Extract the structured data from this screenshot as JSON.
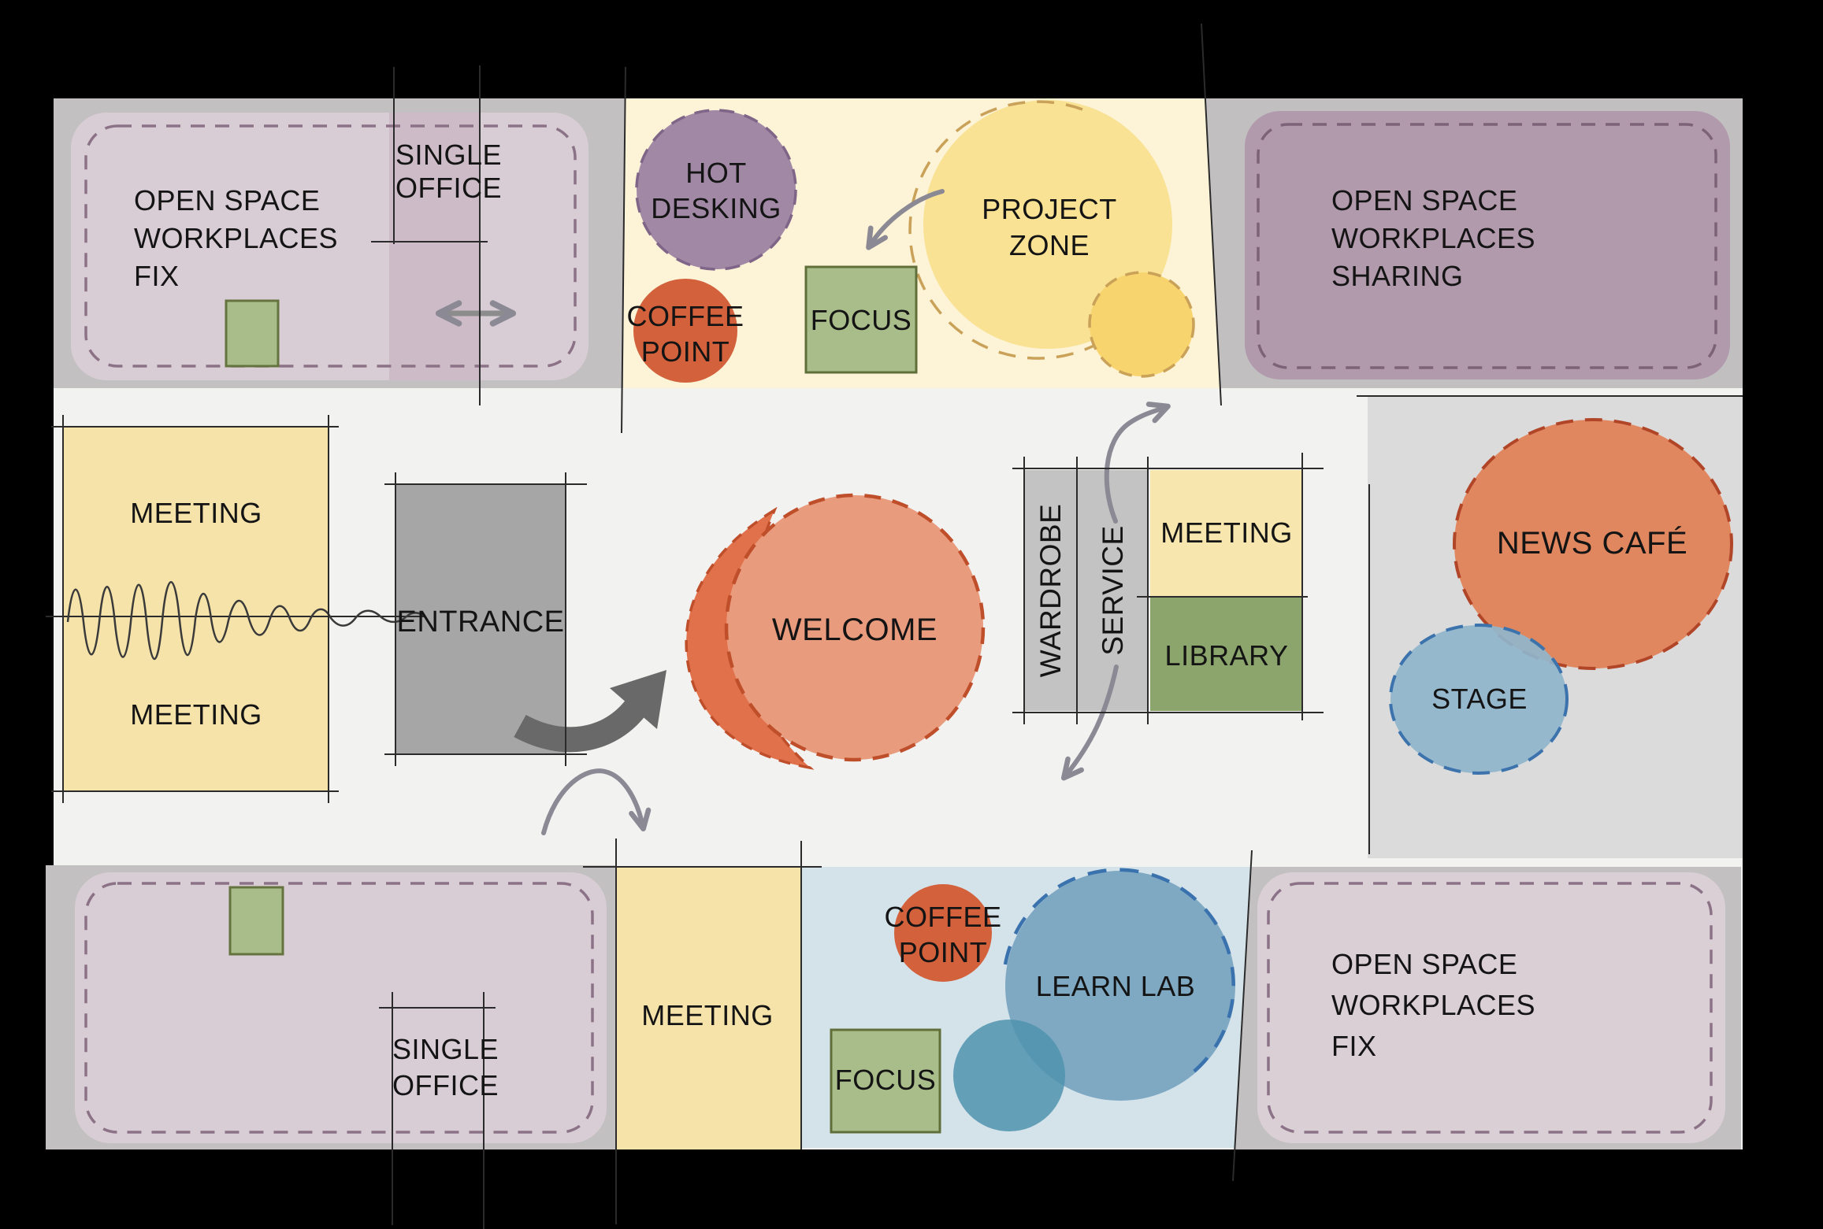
{
  "title": "Office zoning concept floor plan",
  "zones": {
    "top_left": {
      "open_space": "OPEN SPACE\nWORKPLACES\nFIX",
      "single_office": "SINGLE\nOFFICE"
    },
    "top_middle": {
      "hot_desking": "HOT\nDESKING",
      "coffee_point": "COFFEE\nPOINT",
      "focus": "FOCUS",
      "project_zone": "PROJECT\nZONE"
    },
    "top_right": {
      "open_space": "OPEN SPACE\nWORKPLACES\nSHARING"
    },
    "left": {
      "meeting_top": "MEETING",
      "meeting_bottom": "MEETING"
    },
    "center": {
      "entrance": "ENTRANCE",
      "welcome": "WELCOME"
    },
    "core": {
      "wardrobe": "WARDROBE",
      "service": "SERVICE",
      "meeting": "MEETING",
      "library": "LIBRARY"
    },
    "cafe": {
      "news_cafe": "NEWS CAFÉ",
      "stage": "STAGE"
    },
    "bottom_left": {
      "single_office": "SINGLE\nOFFICE"
    },
    "bottom_middle": {
      "meeting": "MEETING",
      "coffee_point": "COFFEE\nPOINT",
      "learn_lab": "LEARN LAB",
      "focus": "FOCUS"
    },
    "bottom_right": {
      "open_space": "OPEN SPACE\nWORKPLACES\nFIX"
    }
  },
  "palette": {
    "background": "#000000",
    "floor": "#f2f2f1",
    "band_gray": "#c2c0c0",
    "mauve_light": "#d9cdd5",
    "mauve_dark": "#b29aad",
    "mauve_dash": "#8b7286",
    "zone_yellow_pale": "#fdf3d6",
    "meeting_yellow": "#f5e3a9",
    "project_yellow": "#f9e294",
    "project_yellow_small": "#f7d46d",
    "project_dash": "#c9a158",
    "hot_desking_purple": "#a189a6",
    "coffee_orange": "#d2613c",
    "focus_green": "#a9bd8b",
    "focus_border": "#606e39",
    "library_green": "#8ba56c",
    "blue_zone": "#d4e2ea",
    "learn_lab_blue": "#7fa9c3",
    "learn_lab_dash": "#3a72ae",
    "stage_blue": "#8fb5cc",
    "news_cafe_salmon": "#e0875f",
    "news_cafe_dash": "#b14527",
    "welcome_salmon": "#e99b7d",
    "welcome_crescent": "#e0714b",
    "welcome_dash": "#bf4e2a",
    "entrance_gray": "#a7a6a6",
    "arrow_gray": "#8b8994",
    "big_arrow_gray": "#696969"
  }
}
